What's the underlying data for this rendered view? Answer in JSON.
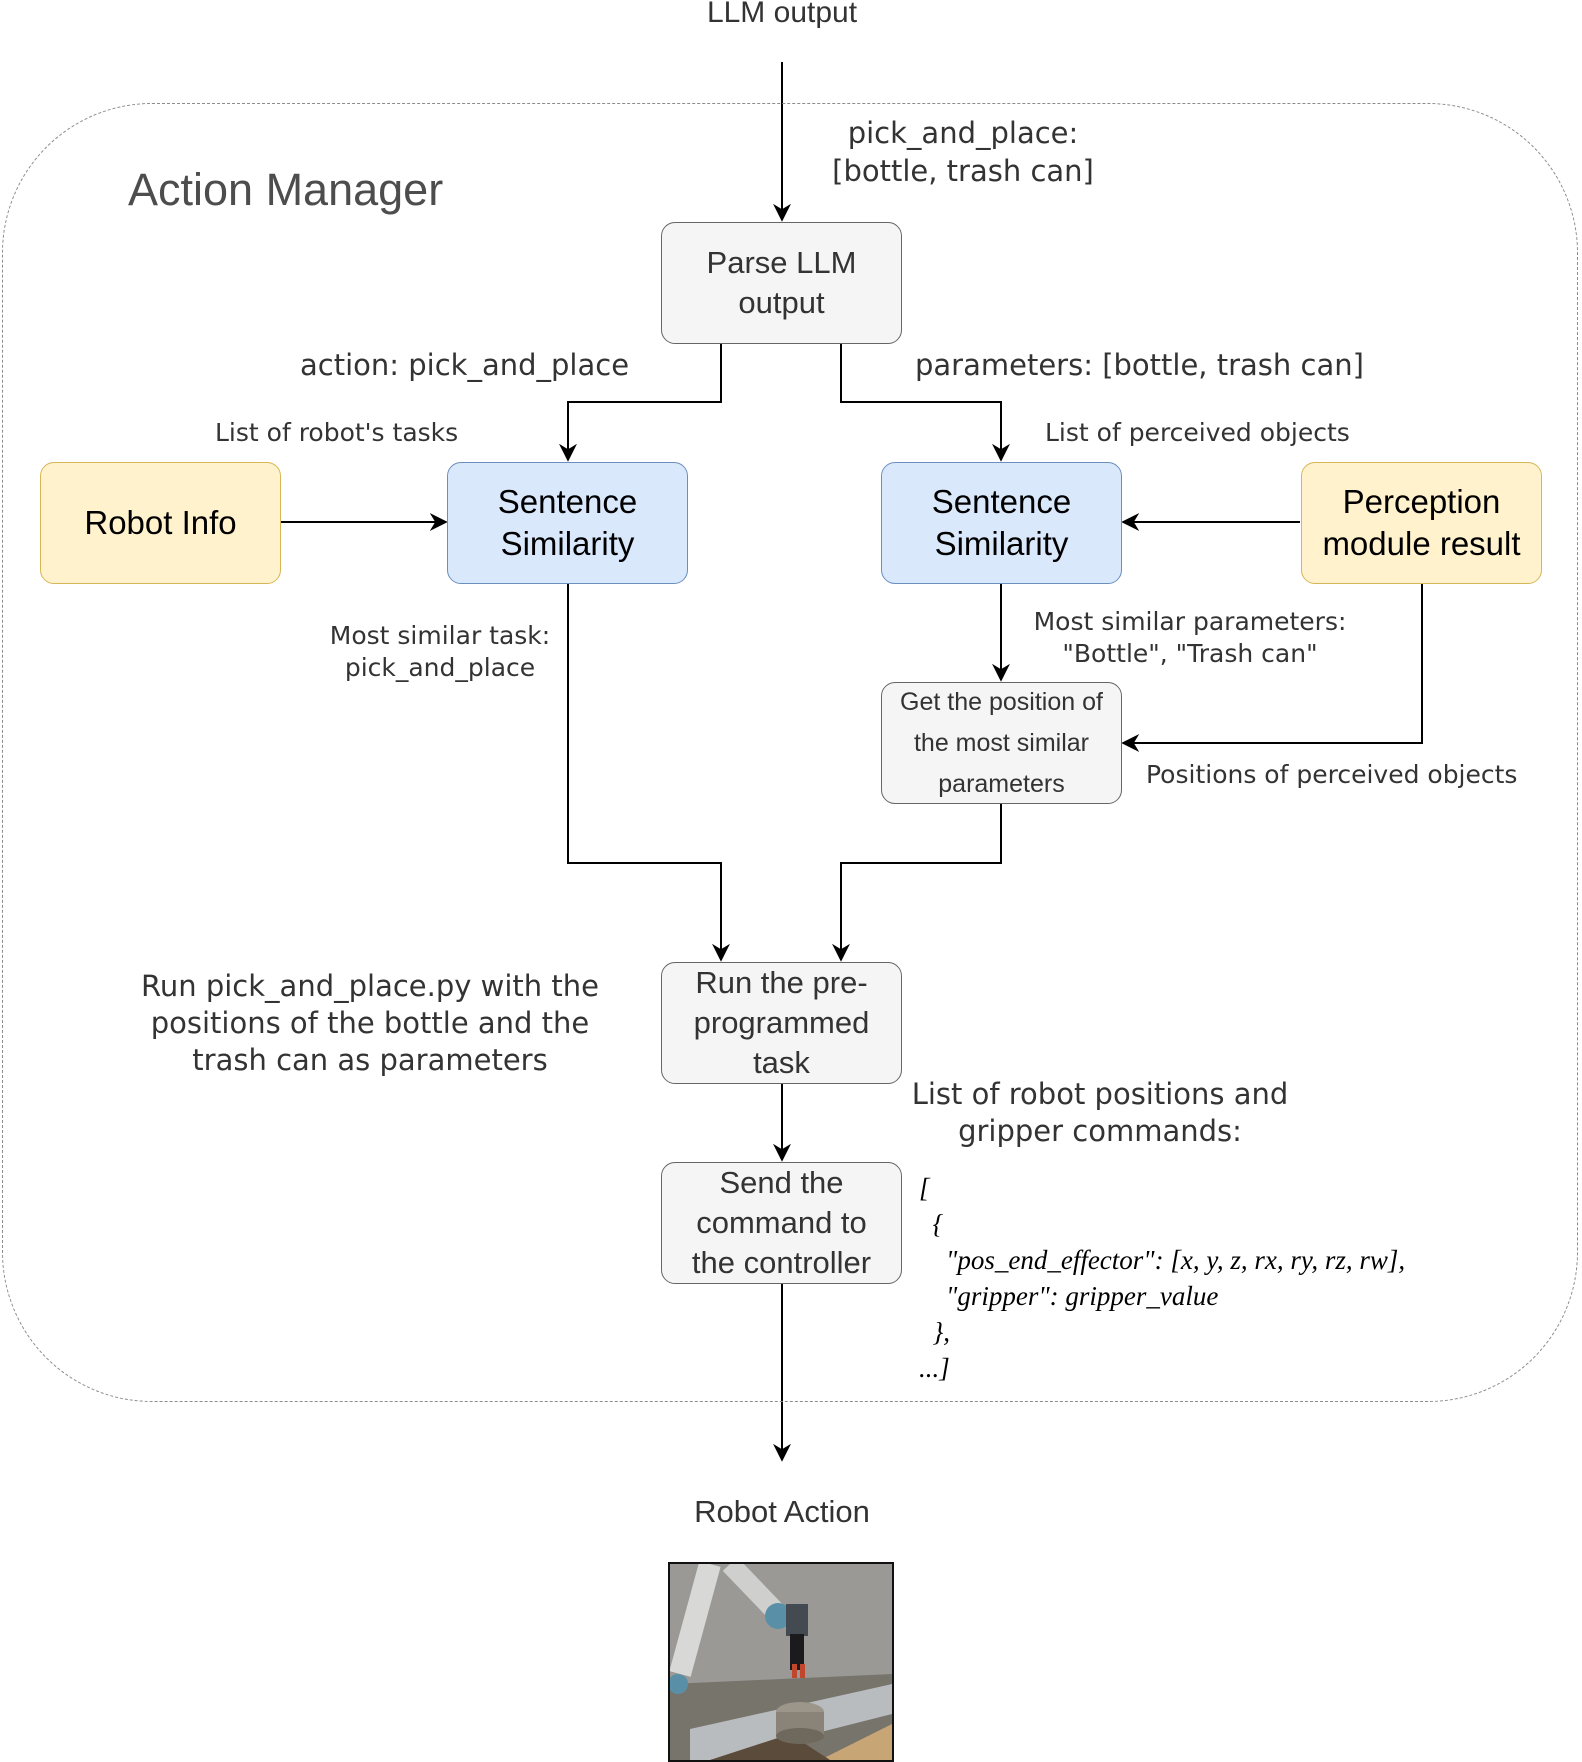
{
  "input_label": "LLM output",
  "region_title": "Action Manager",
  "llm_output_example": [
    "pick_and_place:",
    "[bottle, trash can]"
  ],
  "nodes": {
    "parse": [
      "Parse LLM",
      "output"
    ],
    "robot_info": [
      "Robot Info"
    ],
    "sim_left": [
      "Sentence",
      "Similarity"
    ],
    "sim_right": [
      "Sentence",
      "Similarity"
    ],
    "perception": [
      "Perception",
      "module result"
    ],
    "get_position": [
      "Get the position of",
      "the most similar",
      "parameters"
    ],
    "run_task": [
      "Run the pre-",
      "programmed",
      "task"
    ],
    "send_command": [
      "Send the",
      "command to",
      "the controller"
    ]
  },
  "edge_labels": {
    "action": "action: pick_and_place",
    "parameters": "parameters: [bottle, trash can]",
    "robot_tasks": "List of robot's tasks",
    "perceived_objects": "List of perceived objects",
    "most_similar_task": [
      "Most similar task:",
      "pick_and_place"
    ],
    "most_similar_params": [
      "Most similar parameters:",
      "\"Bottle\", \"Trash can\""
    ],
    "perceived_positions": "Positions of perceived objects",
    "run_note": [
      "Run pick_and_place.py with the",
      "positions of the bottle and the",
      "trash can as parameters"
    ],
    "commands_title": [
      "List of robot positions and",
      "gripper commands:"
    ]
  },
  "command_format": [
    "[",
    "  {",
    "    \"pos_end_effector\": [x, y, z, rx, ry, rz, rw],",
    "    \"gripper\": gripper_value",
    "  },",
    "...]"
  ],
  "output_label": "Robot Action",
  "colors": {
    "process_fill": "#f5f5f5",
    "process_stroke": "#666666",
    "similarity_fill": "#dae8fc",
    "similarity_stroke": "#6c8ebf",
    "source_fill": "#fff2cc",
    "source_stroke": "#d6b656"
  }
}
